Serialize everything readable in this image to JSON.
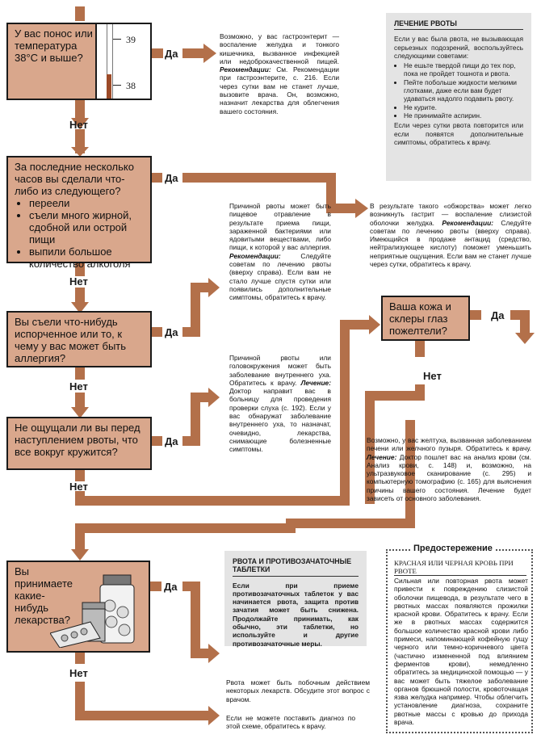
{
  "labels": {
    "yes": "Да",
    "no": "Нет"
  },
  "thermometer": {
    "top": "39",
    "bottom": "38"
  },
  "q1": {
    "text": "У вас понос или температура 38°С и выше?"
  },
  "q2": {
    "text": "За последние несколько часов вы сделали что-либо из следующего?",
    "items": [
      "переели",
      "съели много жирной, сдобной или острой пищи",
      "выпили большое количество алкоголя"
    ]
  },
  "q3": {
    "text": "Вы съели что-нибудь испорченное или то, к чему у вас может быть аллергия?"
  },
  "q4": {
    "text": "Не ощущали ли вы перед наступлением рвоты, что все вокруг кружится?"
  },
  "q5": {
    "text": "Ваша кожа и склеры глаз пожелтели?"
  },
  "q6": {
    "text": "Вы принимаете какие-нибудь лекарства?"
  },
  "a1": {
    "p1": "Возможно, у вас гастроэнтерит — воспаление желудка и тонкого кишечника, вызванное инфекцией или недоброкачественной пищей.",
    "rec_label": "Рекомендации:",
    "p2": " См. Рекомендации при гастроэнтерите, с. 216. Если через сутки вам не станет лучше, вызовите врача. Он, возможно, назначит лекарства для облегчения вашего состояния."
  },
  "a2": {
    "p1": "В результате такого «обжорства» может легко возникнуть гастрит — воспаление слизистой оболочки желудка.",
    "rec_label": "Рекомендации:",
    "p2": " Следуйте советам по лечению рвоты (вверху справа). Имеющийся в продаже антацид (средство, нейтрализующее кислоту) поможет уменьшить неприятные ощущения. Если вам не станет лучше через сутки, обратитесь к врачу."
  },
  "a3": {
    "p1": "Причиной рвоты может быть пищевое отравление в результате приема пищи, зараженной бактериями или ядовитыми веществами, либо пищи, к которой у вас аллергия.",
    "rec_label": "Рекомендации:",
    "p2": " Следуйте советам по лечению рвоты (вверху справа). Если вам не стало лучше спустя сутки или появились дополнительные симптомы, обратитесь к врачу."
  },
  "a4": {
    "p1": "Причиной рвоты или головокружения может быть заболевание внутреннего уха. Обратитесь к врачу.",
    "rec_label": "Лечение:",
    "p2": " Доктор направит вас в больницу для проведения проверки слуха (с. 192). Если у вас обнаружат заболевание внутреннего уха, то назначат, очевидно, лекарства, снимающие болезненные симптомы."
  },
  "a5": {
    "p1": "Возможно, у вас желтуха, вызванная заболеванием печени или желчного пузыря. Обратитесь к врачу.",
    "rec_label": "Лечение:",
    "p2": " Доктор пошлет вас на анализ крови (см. Анализ крови, с. 148) и, возможно, на ультразвуковое сканирование (с. 295) и компьютерную томографию (с. 165) для выяснения причины вашего состояния. Лечение будет зависеть от основного заболевания."
  },
  "a6": {
    "p1": "Рвота может быть побочным действием некоторых лекарств. Обсудите этот вопрос с врачом."
  },
  "final": {
    "text": "Если не можете поставить диагноз по этой схеме, обратитесь к врачу."
  },
  "treatment_box": {
    "title": "ЛЕЧЕНИЕ РВОТЫ",
    "intro": "Если у вас была рвота, не вызывающая серьезных подозрений, воспользуйтесь следующими советами:",
    "items": [
      "Не ешьте твердой пищи до тех пор, пока не пройдет тошнота и рвота.",
      "Пейте побольше жидкости мелкими глотками, даже если вам будет удаваться надолго подавить рвоту.",
      "Не курите.",
      "Не принимайте аспирин."
    ],
    "outro": "Если через сутки рвота повторится или если появятся дополнительные симптомы, обратитесь к врачу."
  },
  "pills_box": {
    "title": "РВОТА И ПРОТИВОЗАЧАТОЧНЫЕ ТАБЛЕТКИ",
    "text": "Если при приеме противозачаточных таблеток у вас начинается рвота, защита против зачатия может быть снижена. Продолжайте принимать, как обычно, эти таблетки, но используйте и другие противозачаточные меры."
  },
  "warning_box": {
    "header": "Предостережение",
    "title": "КРАСНАЯ ИЛИ ЧЕРНАЯ КРОВЬ ПРИ РВОТЕ",
    "text": "Сильная или повторная рвота может привести к повреждению слизистой оболочки пищевода, в результате чего в рвотных массах появляются прожилки красной крови. Обратитесь к врачу. Если же в рвотных массах содержится большое количество красной крови либо примеси, напоминающей кофейную гущу черного или темно-коричневого цвета (частично измененной под влиянием ферментов крови), немедленно обратитесь за медицинской помощью — у вас может быть тяжелое заболевание органов брюшной полости, кровоточащая язва желудка например. Чтобы облегчить установление диагноза, сохраните рвотные массы с кровью до прихода врача."
  },
  "colors": {
    "arrow": "#b3704a",
    "box": "#d9a78c",
    "sidebar": "#e4e4e4"
  }
}
